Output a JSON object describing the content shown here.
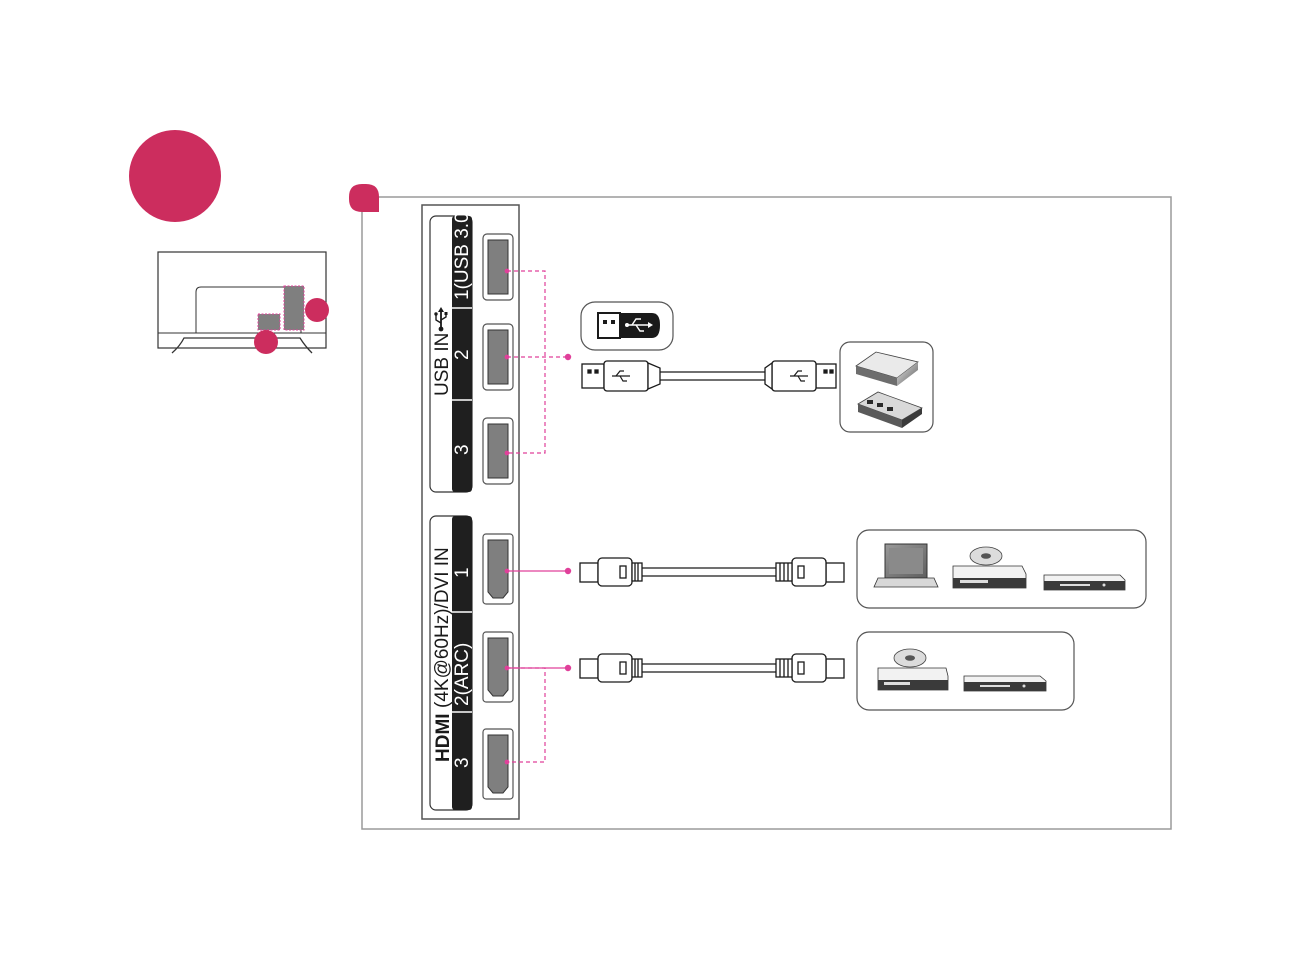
{
  "colors": {
    "accent": "#cc2d5e",
    "guide": "#e0409a",
    "frame": "#9a9a9a",
    "port": "#7f7f7f",
    "panel_dark": "#1f1f1f"
  },
  "usb_panel": {
    "title": "USB IN",
    "title_icon": "usb-trident-icon",
    "ports": [
      "1(USB 3.0)",
      "2",
      "3"
    ]
  },
  "hdmi_panel": {
    "logo": "HDMI",
    "title": "(4K@60Hz)/DVI IN",
    "ports": [
      "1",
      "2(ARC)",
      "3"
    ]
  },
  "devices": {
    "usb": [
      "usb-flash-drive-icon",
      "external-hard-drive-icon",
      "usb-hub-icon"
    ],
    "hdmi_group_1": [
      "laptop-icon",
      "dvd-player-icon",
      "set-top-box-icon"
    ],
    "hdmi_group_2": [
      "dvd-player-icon",
      "set-top-box-icon"
    ]
  }
}
